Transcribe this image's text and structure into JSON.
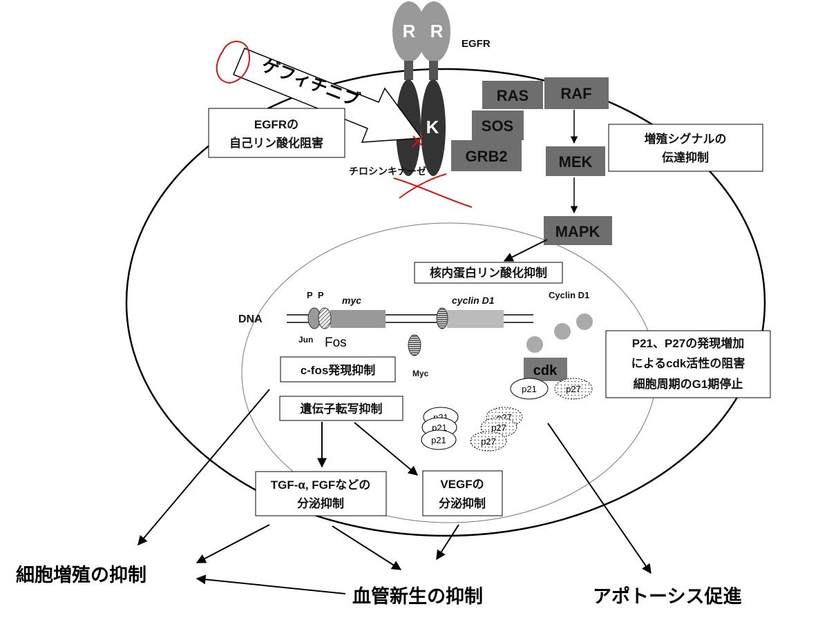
{
  "receptor": {
    "label": "EGFR",
    "r_domain": [
      "R",
      "R"
    ],
    "k_domain": "K",
    "kinase_label": "チロシンキナーゼ"
  },
  "drug": {
    "name": "ゲフィチニブ"
  },
  "notes": {
    "autophos": [
      "EGFRの",
      "自己リン酸化阻害"
    ],
    "signal": [
      "増殖シグナルの",
      "伝達抑制"
    ],
    "nuclear": "核内蛋白リン酸化抑制",
    "cdk_inhibition": [
      "P21、P27の発現増加",
      "によるcdk活性の阻害",
      "細胞周期のG1期停止"
    ],
    "cfos": "c-fos発現抑制",
    "transcription": "遺伝子転写抑制",
    "tgf": [
      "TGF-α, FGFなどの",
      "分泌抑制"
    ],
    "vegf": [
      "VEGFの",
      "分泌抑制"
    ]
  },
  "pathway": {
    "ras": "RAS",
    "raf": "RAF",
    "sos": "SOS",
    "grb2": "GRB2",
    "mek": "MEK",
    "mapk": "MAPK"
  },
  "dna": {
    "label": "DNA",
    "p1": "P",
    "p2": "P",
    "jun": "Jun",
    "fos": "Fos",
    "myc_gene": "myc",
    "myc_protein": "Myc",
    "cyclin_gene": "cyclin D1",
    "cyclin_protein": "Cyclin D1",
    "cdk": "cdk",
    "p21": "p21",
    "p27": "p27"
  },
  "outcomes": {
    "proliferation": "細胞増殖の抑制",
    "angiogenesis": "血管新生の抑制",
    "apoptosis": "アポトーシス促進"
  }
}
